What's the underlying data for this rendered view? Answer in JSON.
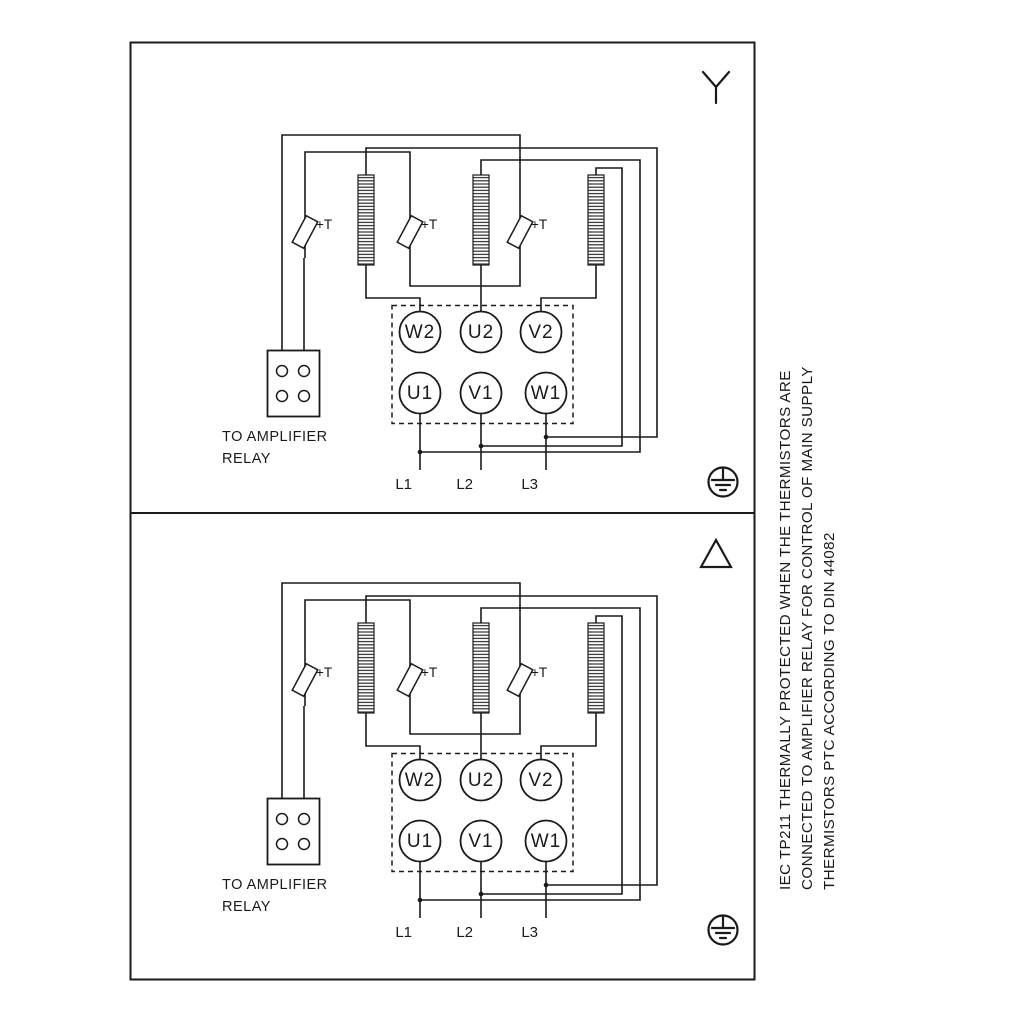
{
  "colors": {
    "ink": "#1a1a1a",
    "background": "#ffffff"
  },
  "panels": [
    {
      "name": "star",
      "connection_symbol": "Y"
    },
    {
      "name": "delta",
      "connection_symbol": "triangle"
    }
  ],
  "terminals": {
    "top_row": [
      "W2",
      "U2",
      "V2"
    ],
    "bottom_row": [
      "U1",
      "V1",
      "W1"
    ]
  },
  "supply_lines": [
    "L1",
    "L2",
    "L3"
  ],
  "thermistor_label": "+T",
  "relay_caption": {
    "line1": "TO AMPLIFIER",
    "line2": "RELAY"
  },
  "note": {
    "line1": "IEC TP211 THERMALLY PROTECTED WHEN THE THERMISTORS ARE",
    "line2": "CONNECTED TO AMPLIFIER RELAY FOR CONTROL OF MAIN SUPPLY",
    "line3": "THERMISTORS PTC ACCORDING TO DIN 44082"
  }
}
